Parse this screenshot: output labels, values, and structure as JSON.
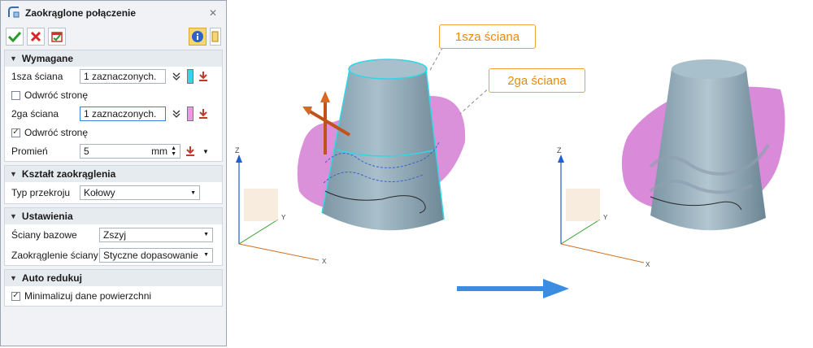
{
  "panel": {
    "title": "Zaokrąglone połączenie",
    "icons": {
      "title": "fillet-icon",
      "close": "close-icon",
      "ok": "checkmark-icon",
      "cancel": "cross-icon",
      "apply": "apply-icon",
      "info": "info-icon",
      "expand": "expand-icon"
    },
    "required": {
      "header": "Wymagane",
      "face1_label": "1sza ściana",
      "face1_value": "1 zaznaczonych.",
      "face1_color": "#33d6e6",
      "reverse1_label": "Odwróć stronę",
      "reverse1_checked": false,
      "face2_label": "2ga ściana",
      "face2_value": "1 zaznaczonych.",
      "face2_color": "#e89ae6",
      "reverse2_label": "Odwróć stronę",
      "reverse2_checked": true,
      "radius_label": "Promień",
      "radius_value": "5",
      "radius_unit": "mm"
    },
    "shape": {
      "header": "Kształt zaokrąglenia",
      "section_label": "Typ przekroju",
      "section_value": "Kołowy"
    },
    "settings": {
      "header": "Ustawienia",
      "base_label": "Ściany bazowe",
      "base_value": "Zszyj",
      "fillet_label": "Zaokrąglenie ściany",
      "fillet_value": "Styczne dopasowanie"
    },
    "auto": {
      "header": "Auto redukuj",
      "minimize_label": "Minimalizuj dane powierzchni",
      "minimize_checked": true
    }
  },
  "viewport": {
    "callout1": "1sza ściana",
    "callout2": "2ga ściana",
    "axes_labels": {
      "x": "X",
      "y": "Y",
      "z": "Z"
    },
    "arrow_color": "#3a8de0",
    "face1_highlight": "#33d6e6",
    "face2_highlight": "#d77fd4",
    "body_color": "#8fa7b5"
  }
}
